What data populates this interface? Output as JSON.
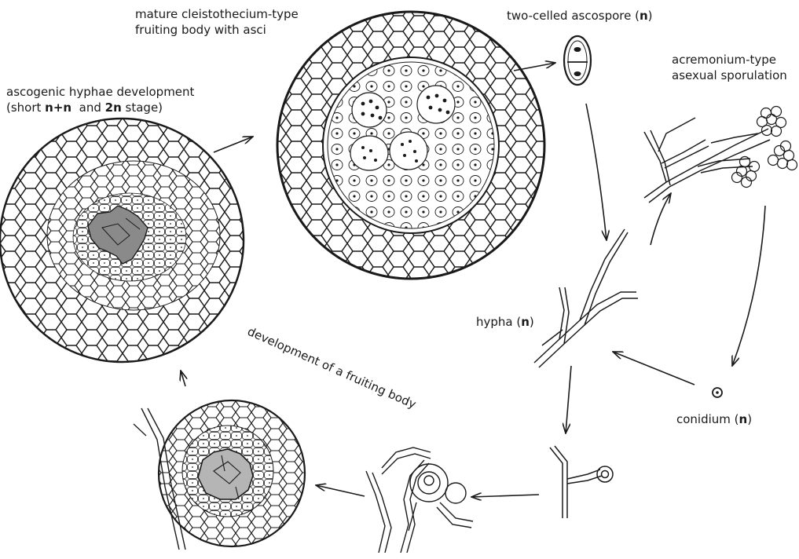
{
  "labels": {
    "mature_line1": "mature cleistothecium-type",
    "mature_line2": "fruiting body with asci",
    "ascospore_pre": "two-celled ascospore (",
    "ascospore_bold": "n",
    "ascospore_post": ")",
    "acremonium_line1": "acremonium-type",
    "acremonium_line2": "asexual sporulation",
    "ascogenic_line1": "ascogenic hyphae development",
    "ascogenic_pre": "(short ",
    "ascogenic_bold1": "n+n",
    "ascogenic_mid": "  and ",
    "ascogenic_bold2": "2n",
    "ascogenic_post": " stage)",
    "hypha_pre": "hypha (",
    "hypha_bold": "n",
    "hypha_post": ")",
    "conidium_pre": "conidium (",
    "conidium_bold": "n",
    "conidium_post": ")",
    "fruiting_dev": "development of a fruiting body"
  },
  "colors": {
    "line": "#1a1a1a",
    "ascogenic_fill": "#8a8a8a",
    "primordium_fill": "#b5b5b5"
  }
}
